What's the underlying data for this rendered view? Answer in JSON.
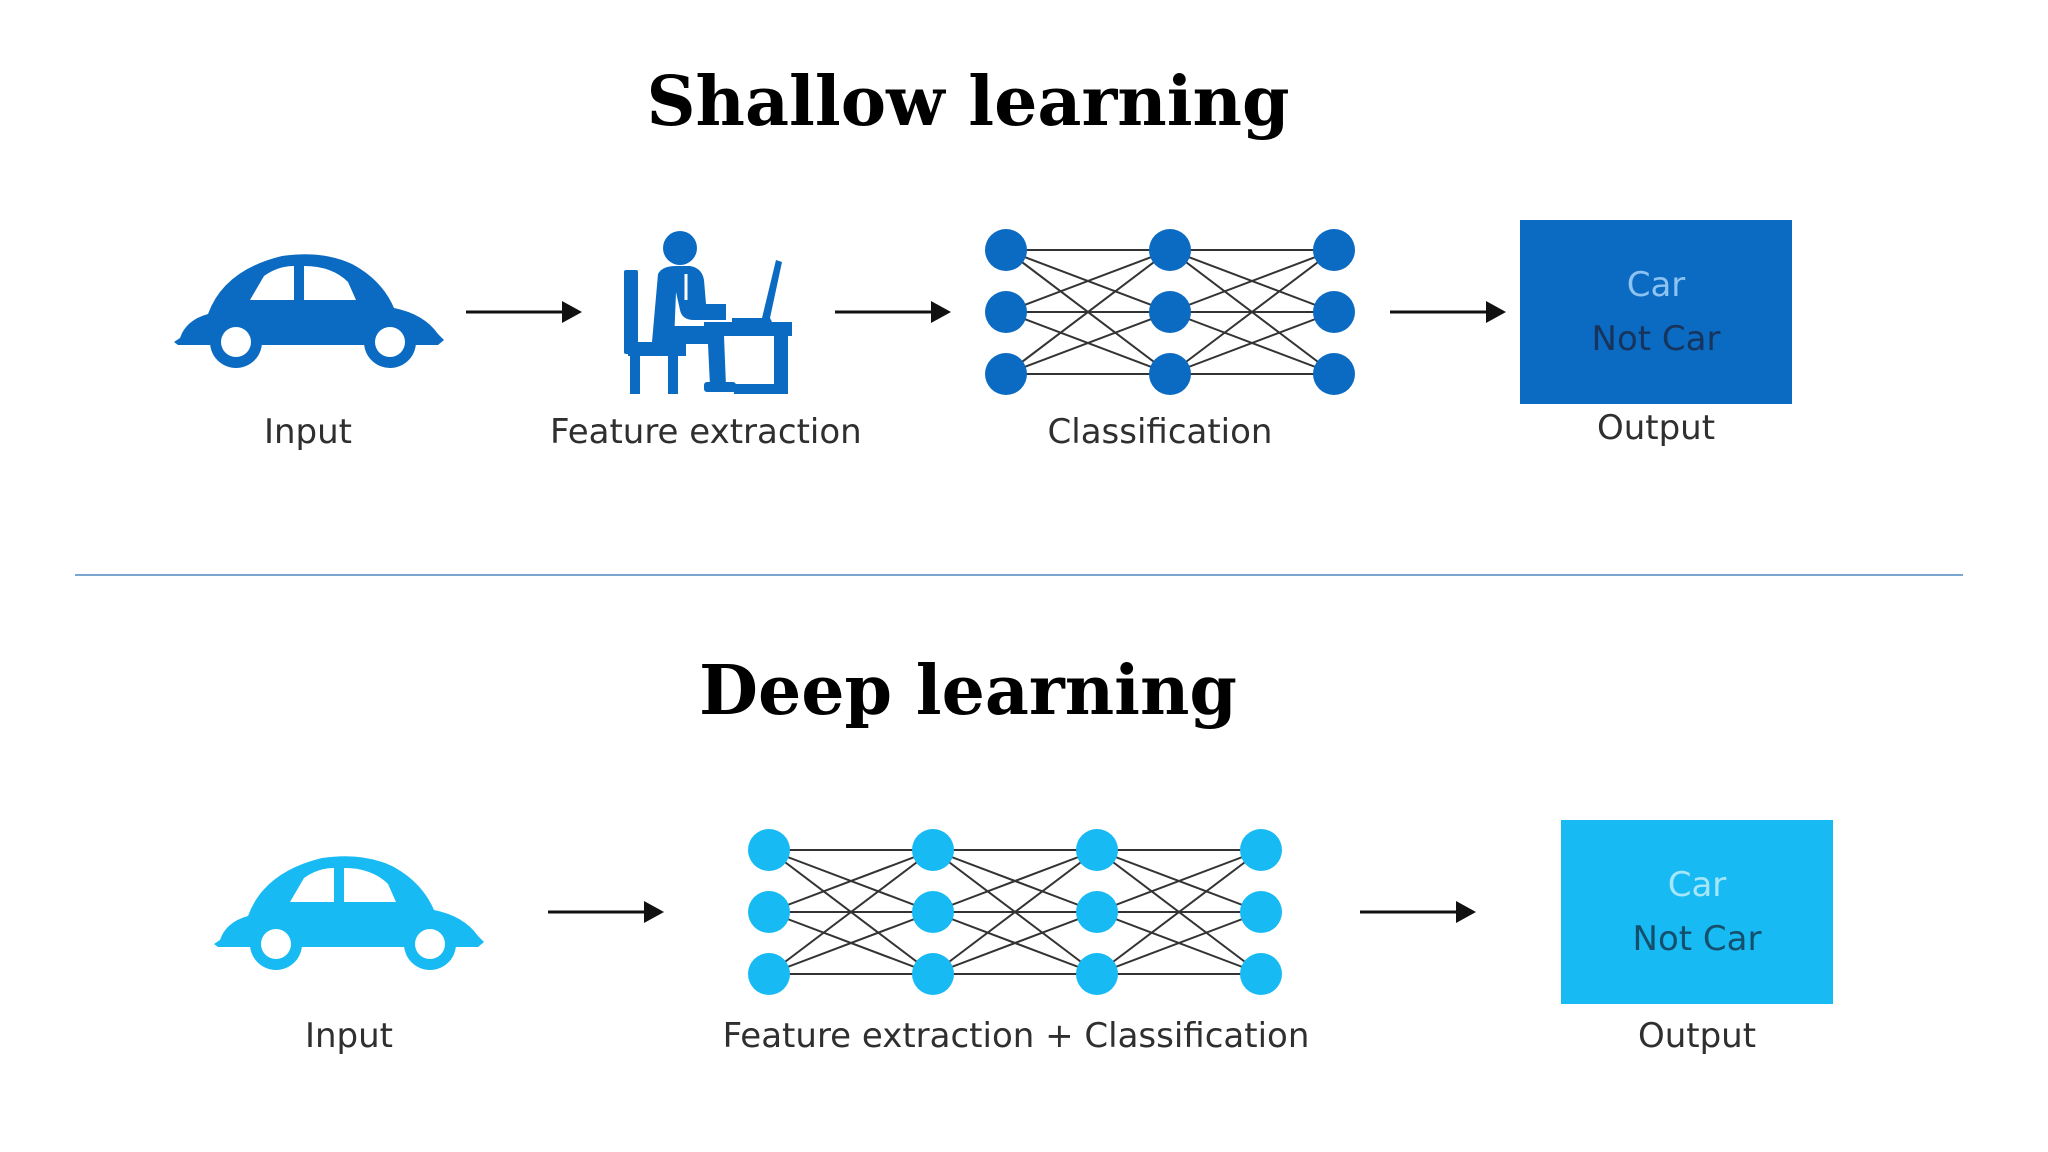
{
  "shallow": {
    "title": "Shallow learning",
    "color": "#0b6bc2",
    "steps": {
      "input": "Input",
      "feature_extraction": "Feature extraction",
      "classification": "Classification",
      "output": "Output"
    },
    "output_options": [
      "Car",
      "Not Car"
    ],
    "icons": [
      "car-icon",
      "person-at-laptop-icon",
      "neural-network-icon"
    ]
  },
  "deep": {
    "title": "Deep learning",
    "color": "#17baf2",
    "steps": {
      "input": "Input",
      "combined": "Feature extraction + Classification",
      "output": "Output"
    },
    "output_options": [
      "Car",
      "Not Car"
    ],
    "icons": [
      "car-icon",
      "neural-network-icon"
    ]
  }
}
